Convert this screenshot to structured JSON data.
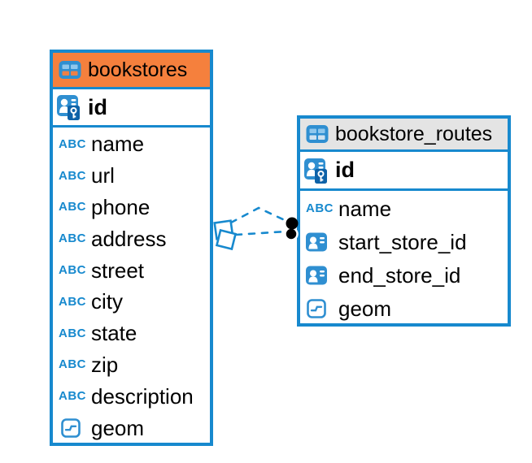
{
  "diagram": {
    "tables": [
      {
        "title": "bookstores",
        "header_color": "#F5803D",
        "primary_key": "id",
        "fields": [
          {
            "name": "name",
            "type": "text"
          },
          {
            "name": "url",
            "type": "text"
          },
          {
            "name": "phone",
            "type": "text"
          },
          {
            "name": "address",
            "type": "text"
          },
          {
            "name": "street",
            "type": "text"
          },
          {
            "name": "city",
            "type": "text"
          },
          {
            "name": "state",
            "type": "text"
          },
          {
            "name": "zip",
            "type": "text"
          },
          {
            "name": "description",
            "type": "text"
          },
          {
            "name": "geom",
            "type": "geometry"
          }
        ]
      },
      {
        "title": "bookstore_routes",
        "header_color": "#E4E4E4",
        "primary_key": "id",
        "fields": [
          {
            "name": "name",
            "type": "text"
          },
          {
            "name": "start_store_id",
            "type": "foreign_key"
          },
          {
            "name": "end_store_id",
            "type": "foreign_key"
          },
          {
            "name": "geom",
            "type": "geometry"
          }
        ]
      }
    ],
    "relationships": [
      {
        "from_table": "bookstore_routes",
        "from_field": "start_store_id",
        "to_table": "bookstores",
        "to_field": "id",
        "style": "dashed"
      },
      {
        "from_table": "bookstore_routes",
        "from_field": "end_store_id",
        "to_table": "bookstores",
        "to_field": "id",
        "style": "dashed"
      }
    ]
  },
  "icons": {
    "text_type_label": "ABC"
  },
  "colors": {
    "connector": "#1789CE",
    "table_border": "#1789CE",
    "bookstores_header": "#F5803D",
    "routes_header": "#E4E4E4",
    "icon_blue": "#2F8FD1",
    "key_badge_blue": "#0E62A8",
    "marker_black": "#000000"
  }
}
